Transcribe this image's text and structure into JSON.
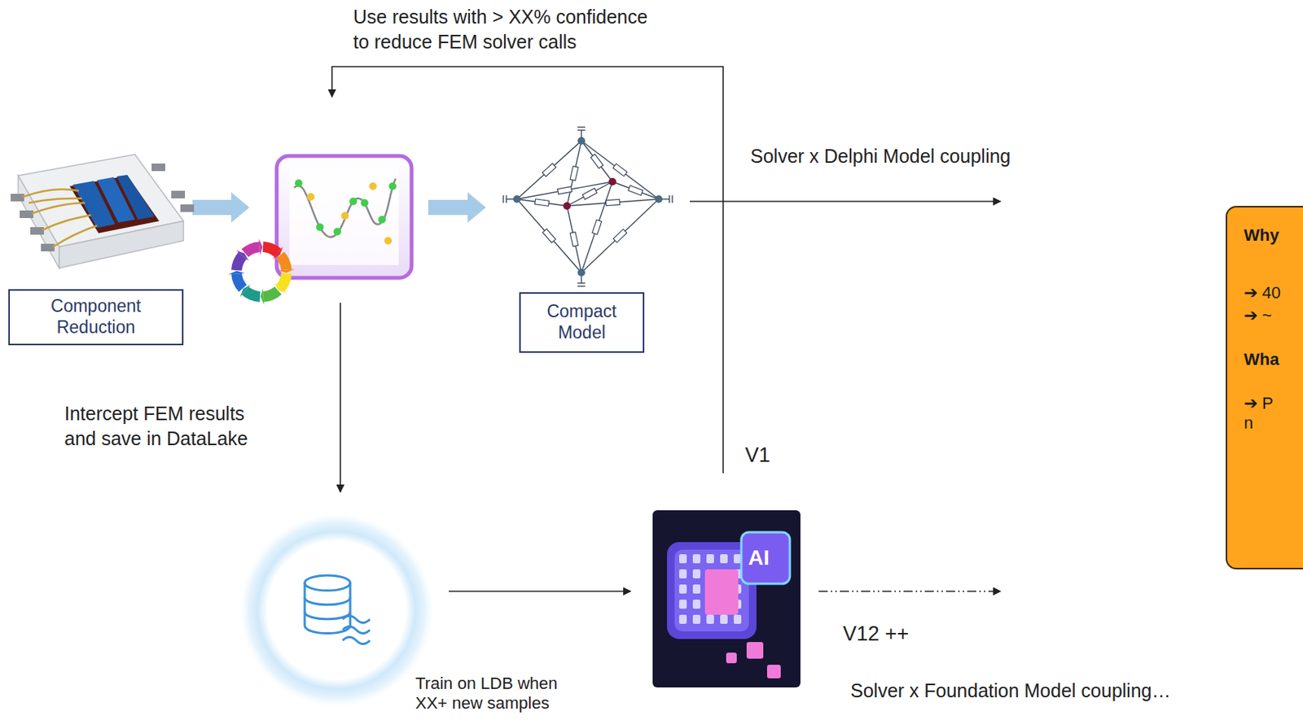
{
  "diagram": {
    "nodes": [
      {
        "text": [
          "Component Reduction"
        ]
      },
      {
        "text": [
          "Compact Model"
        ]
      },
      {
        "text": [
          "Why",
          "➔ 40",
          "➔ ~",
          "Wha",
          "➔ P n"
        ]
      }
    ],
    "labels": [
      "Use results with > XX% confidence to reduce FEM solver calls",
      "Solver x Delphi Model coupling",
      "Intercept FEM results and save in DataLake",
      "V1",
      "AI",
      "Train on LDB when XX+ new samples",
      "V12 ++",
      "Solver x Foundation Model coupling…"
    ]
  }
}
